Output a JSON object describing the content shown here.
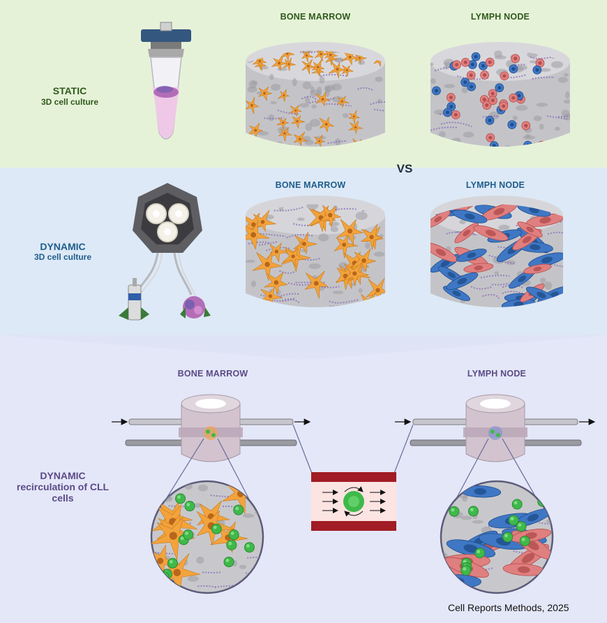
{
  "colors": {
    "static_bg": "#e6f2d8",
    "dynamic_bg": "#dde9f6",
    "recirc_bg": "#e4e7f8",
    "bone_marrow_cell": "#f2a33c",
    "lymph_blue_cell": "#3f77c4",
    "lymph_red_cell": "#e07f7f",
    "cll_cell": "#3fb94a",
    "scaffold": "#bfbfc3",
    "vessel": "#a11c24"
  },
  "static": {
    "title": "STATIC",
    "subtitle": "3D cell culture",
    "bone_marrow_label": "BONE MARROW",
    "lymph_node_label": "LYMPH NODE"
  },
  "vs_label": "VS",
  "dynamic": {
    "title": "DYNAMIC",
    "subtitle": "3D cell culture",
    "bone_marrow_label": "BONE MARROW",
    "lymph_node_label": "LYMPH NODE"
  },
  "recirculation": {
    "title_line1": "DYNAMIC",
    "title_line2": "recirculation of CLL",
    "title_line3": "cells",
    "bone_marrow_label": "BONE MARROW",
    "lymph_node_label": "LYMPH NODE"
  },
  "credit": "Cell Reports Methods, 2025"
}
